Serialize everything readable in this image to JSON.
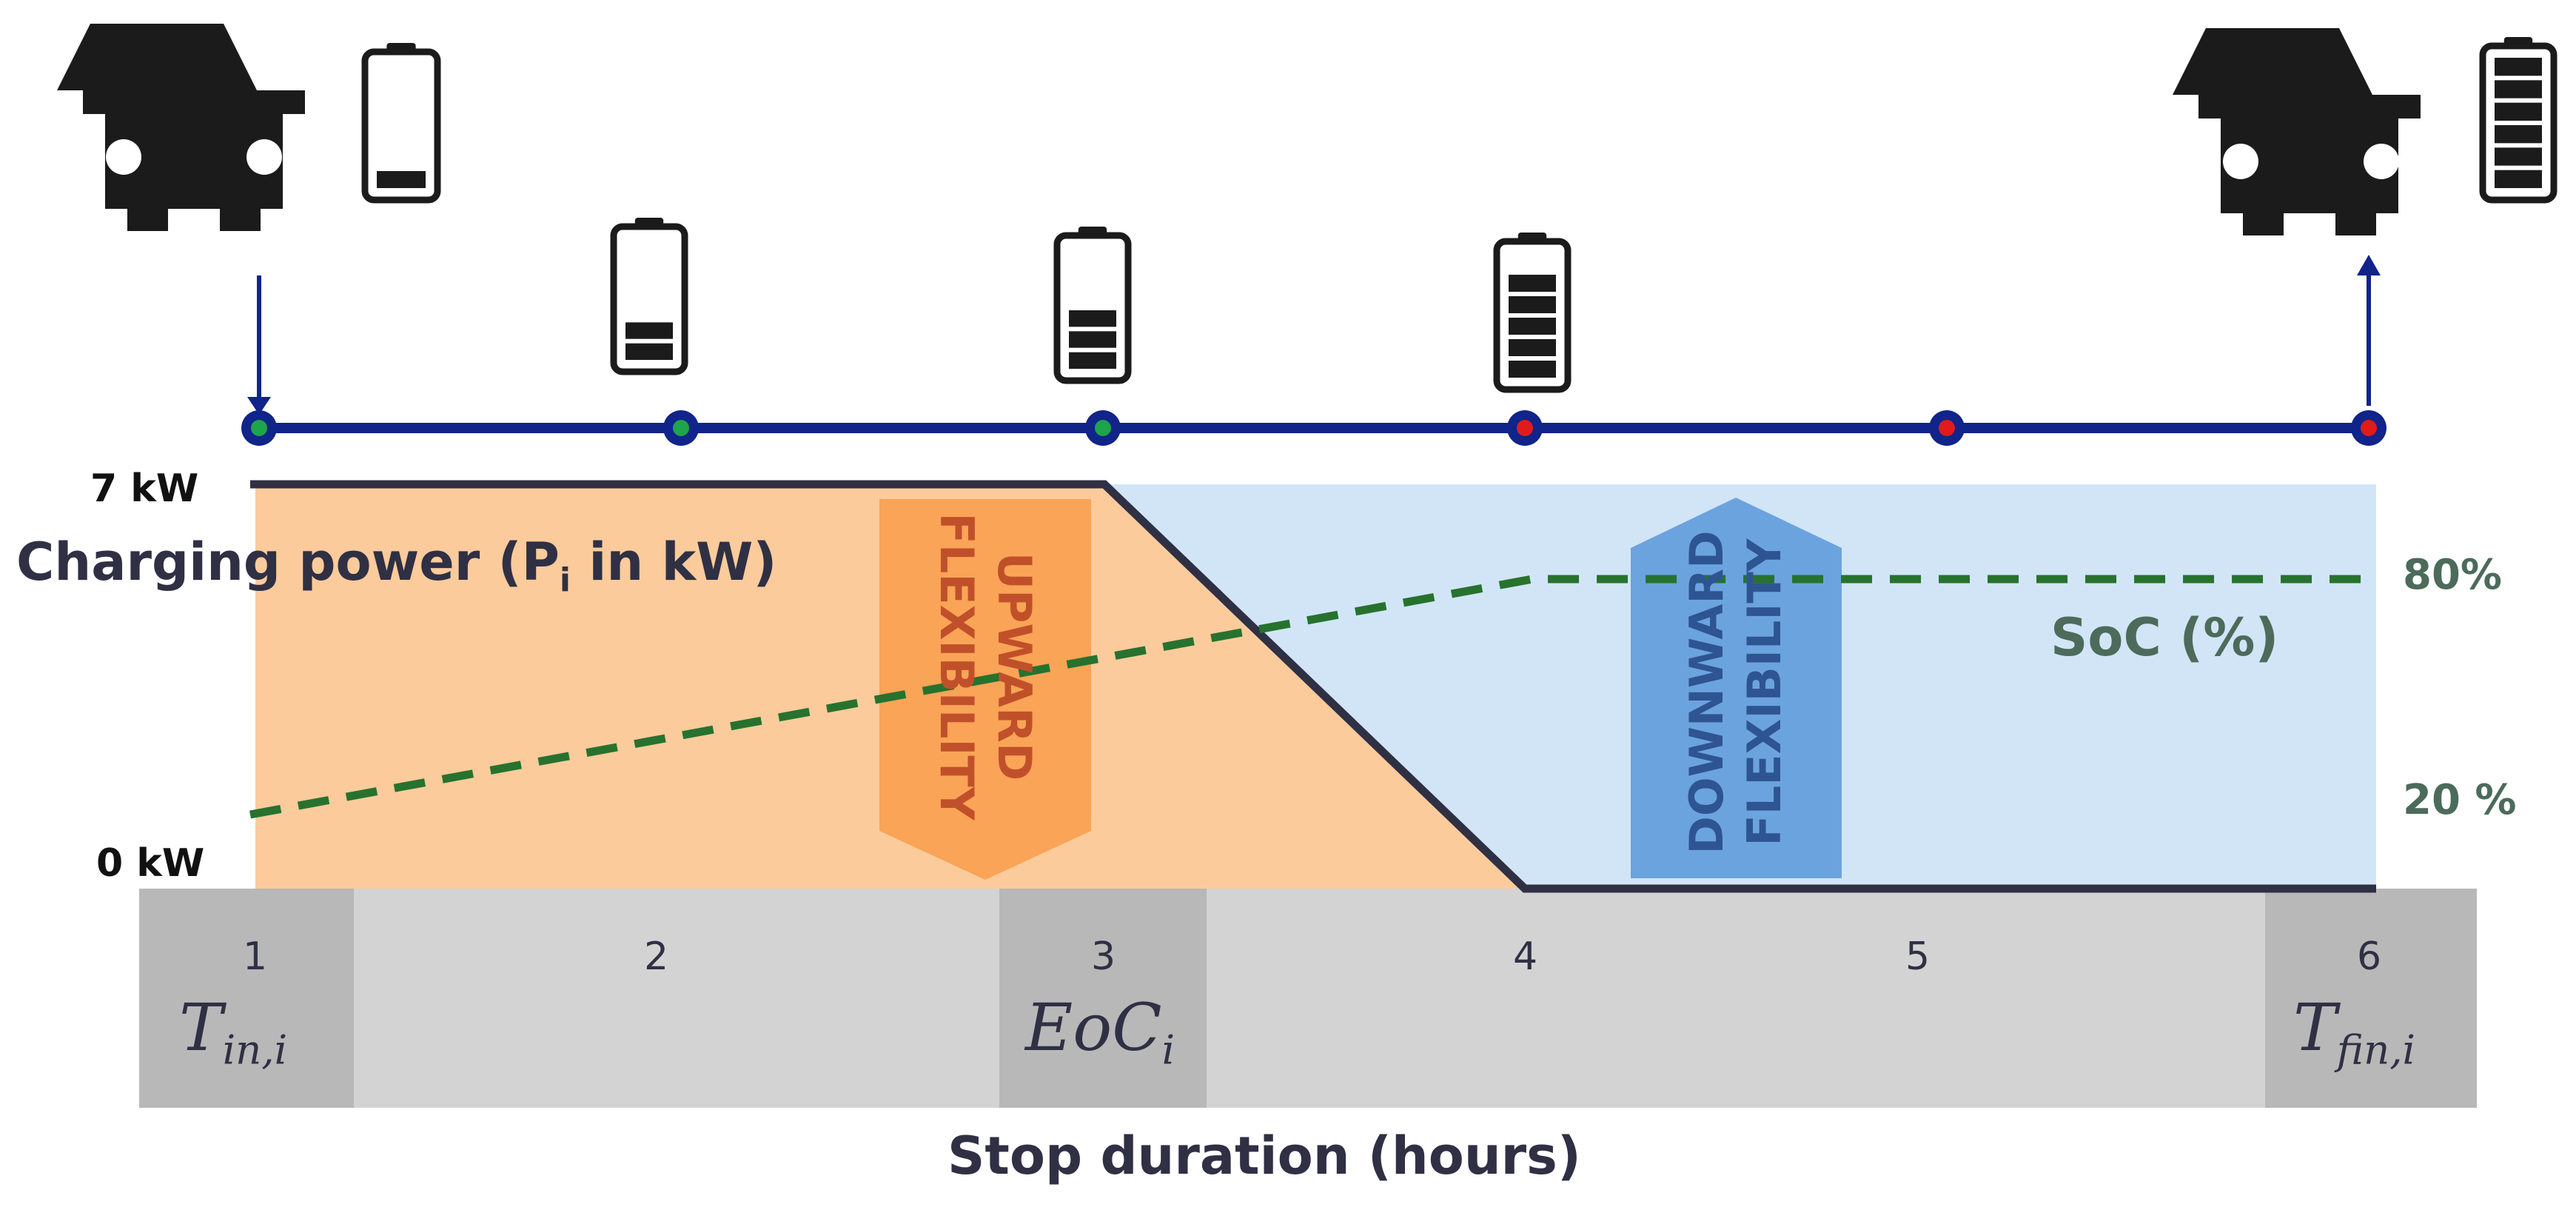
{
  "y_axis": {
    "max_label": "7 kW",
    "min_label": "0 kW",
    "title_prefix": "Charging power (P",
    "title_sub": "i",
    "title_suffix": " in kW)"
  },
  "x_axis": {
    "title": "Stop duration (hours)",
    "ticks": [
      "1",
      "2",
      "3",
      "4",
      "5",
      "6"
    ]
  },
  "markers": {
    "t_in": {
      "base": "T",
      "sub": "in,i"
    },
    "eoc": {
      "base": "EoC",
      "sub": "i"
    },
    "t_fin": {
      "base": "T",
      "sub": "fin,i"
    }
  },
  "upward": {
    "line1": "UPWARD",
    "line2": "FLEXIBILITY"
  },
  "downward": {
    "line1": "DOWNWARD",
    "line2": "FLEXIBILITY"
  },
  "soc": {
    "label": "SoC (%)",
    "high": "80%",
    "low": "20 %"
  },
  "timeline_dots": [
    {
      "hour": 1,
      "status": "green"
    },
    {
      "hour": 2,
      "status": "green"
    },
    {
      "hour": 3,
      "status": "green"
    },
    {
      "hour": 4,
      "status": "red"
    },
    {
      "hour": 5,
      "status": "red"
    },
    {
      "hour": 6,
      "status": "red"
    }
  ],
  "battery_levels": {
    "arrival": 1,
    "h2": 2,
    "h3": 3,
    "h4": 5,
    "departure": 6
  },
  "colors": {
    "orange_region": "#fbcb9c",
    "blue_region": "#d2e5f7",
    "upward_arrow": "#f9a456",
    "upward_text": "#c0502a",
    "downward_arrow": "#6ba3de",
    "downward_text": "#2e5591",
    "timeline": "#10248a",
    "soc_line": "#27722e",
    "soc_text": "#4c6b5a",
    "axis_text": "#2f3044",
    "band_light": "#d3d3d3",
    "band_dark": "#b8b8b8",
    "dot_green": "#1ea44a",
    "dot_red": "#e01b1b"
  }
}
